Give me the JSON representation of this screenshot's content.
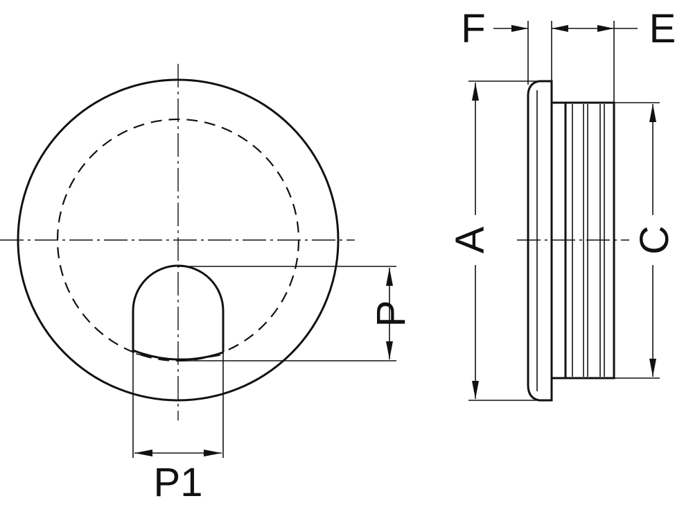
{
  "labels": {
    "f": "F",
    "e": "E",
    "a": "A",
    "c": "C",
    "p": "P",
    "p1": "P1"
  }
}
